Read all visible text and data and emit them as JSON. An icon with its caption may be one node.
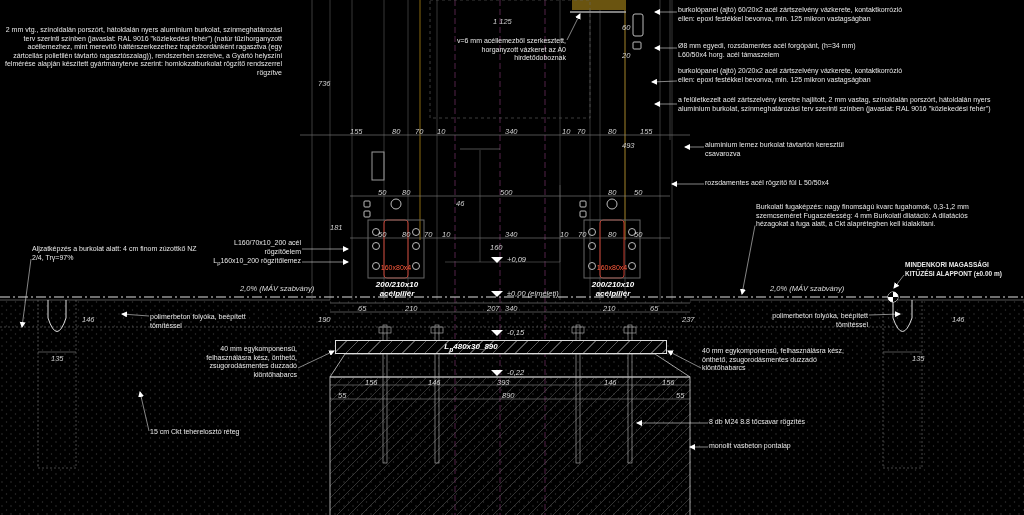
{
  "diagram": {
    "nodes": [
      {
        "text": [
          "burkolópanel (ajtó) 60/20x2 acél zártszelvény vázkerete, kontaktkorrózió ellen: epoxi festékkel bevonva, min. 125 mikron vastagságban"
        ]
      },
      {
        "text": [
          "Ø8 mm egyedi, rozsdamentes acél forgópánt, (h=34 mm) L60/50x4 horg. acél támaszelem"
        ]
      },
      {
        "text": [
          "burkolópanel (ajtó) 20/20x2 acél zártszelvény vázkerete, kontaktkorrózió ellen: epoxi festékkel bevonva, min. 125 mikron vastagságban"
        ]
      },
      {
        "text": [
          "a felületkezelt acél zártszelvény keretre hajlított, 2 mm vastag, színoldalán porszórt, hátoldalán nyers alumínium burkolat, színmeghatározási terv szerinti színben (javaslat: RAL 9016 \"közlekedési fehér\")"
        ]
      },
      {
        "text": [
          "v=6 mm acéllemezből szerkesztett, horganyzott vázkeret az A0 hirdetődoboznak"
        ]
      },
      {
        "text": [
          "alumínium lemez burkolat távtartón keresztül csavarozva"
        ]
      },
      {
        "text": [
          "rozsdamentes acél rögzítő fül L 50/50x4"
        ]
      },
      {
        "text": [
          "Burkolati fugaképzés: nagy finomságú kvarc fugahomok, 0,3-1,2 mm szemcseméret Fugaszélesség: 4 mm Burkolati dilatáció: A dilatációs hézagokat a fuga alatt, a Ckt alaprétegben kell kialakítani."
        ]
      },
      {
        "text": [
          "MINDENKORI MAGASSÁGI KITŰZÉSI ALAPPONT (±0.00 m)"
        ]
      },
      {
        "text": [
          "Aljzatképzés a burkolat alatt: 4 cm finom zúzottkő NZ 2/4, Trγ=97%"
        ]
      },
      {
        "text": [
          "L160/70x10_200 acél rögzítőelem"
        ]
      },
      {
        "text": [
          "L$_{p}$160x10_200 rögzítőlemez"
        ]
      },
      {
        "text": [
          "polimerbeton folyóka, beépített tömítéssel"
        ]
      },
      {
        "text": [
          "40 mm egykomponensű, felhasználásra kész, önthető, zsugorodásmentes duzzadó kiöntőhabarcs"
        ]
      },
      {
        "text": [
          "15 cm Ckt teherelosztó réteg"
        ]
      },
      {
        "text": [
          "polimerbeton folyóka, beépített tömítéssel"
        ]
      },
      {
        "text": [
          "40 mm egykomponensű, felhasználásra kész, önthető, zsugorodásmentes duzzadó kiöntőhabarcs"
        ]
      },
      {
        "text": [
          "8 db M24 8.8 tőcsavar rögzítés"
        ]
      },
      {
        "text": [
          "monolit vasbeton pontalap"
        ]
      },
      {
        "text": [
          "L$_{p}$480x30_890"
        ]
      }
    ],
    "edges": [
      {
        "from": 0,
        "to": null,
        "arrow": "to"
      },
      {
        "from": 1,
        "to": null,
        "arrow": "to"
      },
      {
        "from": 2,
        "to": null,
        "arrow": "to"
      },
      {
        "from": 3,
        "to": null,
        "arrow": "to"
      },
      {
        "from": 4,
        "to": null,
        "arrow": "to"
      },
      {
        "from": 5,
        "to": null,
        "arrow": "to"
      },
      {
        "from": 6,
        "to": null,
        "arrow": "to"
      },
      {
        "from": 7,
        "to": null,
        "arrow": "to"
      },
      {
        "from": 8,
        "to": null,
        "arrow": "to"
      },
      {
        "from": 9,
        "to": null,
        "arrow": "to"
      },
      {
        "from": 10,
        "to": null,
        "arrow": "to"
      },
      {
        "from": 11,
        "to": null,
        "arrow": "to"
      },
      {
        "from": 12,
        "to": null,
        "arrow": "to"
      },
      {
        "from": 13,
        "to": 19,
        "arrow": "to"
      },
      {
        "from": 14,
        "to": null,
        "arrow": "to"
      },
      {
        "from": 15,
        "to": null,
        "arrow": "to"
      },
      {
        "from": 16,
        "to": 19,
        "arrow": "to"
      },
      {
        "from": 17,
        "to": null,
        "arrow": "to"
      },
      {
        "from": 18,
        "to": null,
        "arrow": "to"
      }
    ],
    "labels": [
      "2 mm vtg., színoldalán porszórt, hátoldalán nyers alumínium burkolat, színmeghatározási terv szerinti színben (javaslat: RAL 9016 \"közlekedési fehér\") (natúr tűzihorganyzott acéllemezhez, mint merevítő háttérszerkezethez trapézbordánként ragasztva (egy zártcellás polietilén távtartó ragasztószalag)), rendszerben szerelve, a Gyártó helyszíni felmérése alapján készített gyártmányterve szerint: homlokzatburkolat rögzítő rendszerrel rögzítve",
      "200/210x10 acélpillér",
      "200/210x10 acélpillér",
      "160x80x4",
      "160x80x4",
      "+0,09",
      "±0,00 (elméleti)",
      "-0,15",
      "-0,22",
      "2,0% (MÁV szabvány)",
      "2,0% (MÁV szabvány)",
      "1 125",
      "60",
      "20",
      "736",
      "155",
      "80",
      "70",
      "10",
      "340",
      "10",
      "70",
      "80",
      "155",
      "493",
      "50",
      "80",
      "500",
      "80",
      "50",
      "46",
      "50",
      "80",
      "70",
      "10",
      "340",
      "10",
      "70",
      "80",
      "50",
      "181",
      "160",
      "146",
      "190",
      "65",
      "210",
      "207",
      "340",
      "210",
      "65",
      "237",
      "146",
      "135",
      "135",
      "156",
      "146",
      "393",
      "146",
      "156",
      "55",
      "890",
      "55"
    ]
  }
}
